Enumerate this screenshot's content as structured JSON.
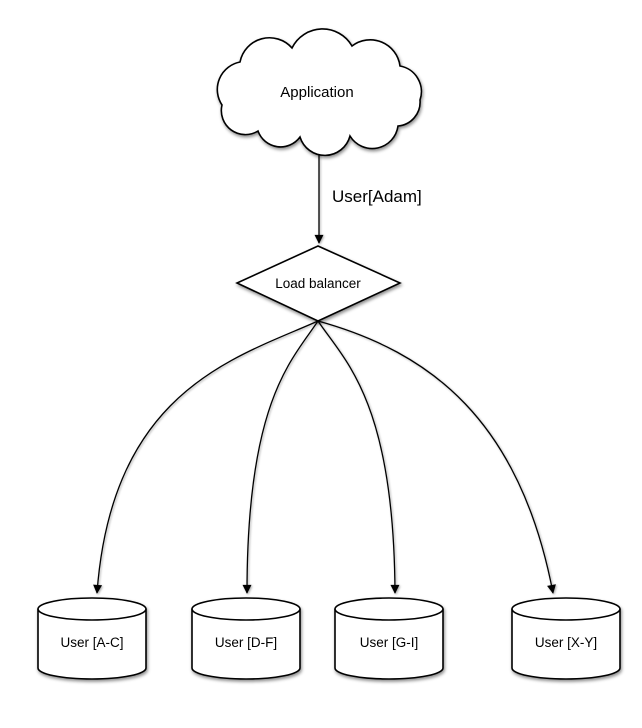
{
  "nodes": {
    "application": {
      "label": "Application",
      "shape": "cloud"
    },
    "load_balancer": {
      "label": "Load balancer",
      "shape": "diamond"
    },
    "shards": [
      {
        "label": "User [A-C]",
        "shape": "cylinder"
      },
      {
        "label": "User [D-F]",
        "shape": "cylinder"
      },
      {
        "label": "User [G-I]",
        "shape": "cylinder"
      },
      {
        "label": "User [X-Y]",
        "shape": "cylinder"
      }
    ]
  },
  "edges": {
    "app_to_lb": {
      "label": "User[Adam]"
    }
  },
  "colors": {
    "stroke": "#000000",
    "fill": "#ffffff",
    "text": "#000000",
    "background": "#ffffff"
  }
}
